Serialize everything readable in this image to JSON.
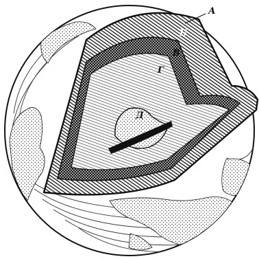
{
  "figure": {
    "type": "earth-cutaway",
    "labels": {
      "a": "А",
      "b": "Б",
      "v": "В",
      "g": "Г",
      "d": "Д"
    },
    "colors": {
      "ink": "#111111",
      "paper": "#ffffff"
    }
  }
}
